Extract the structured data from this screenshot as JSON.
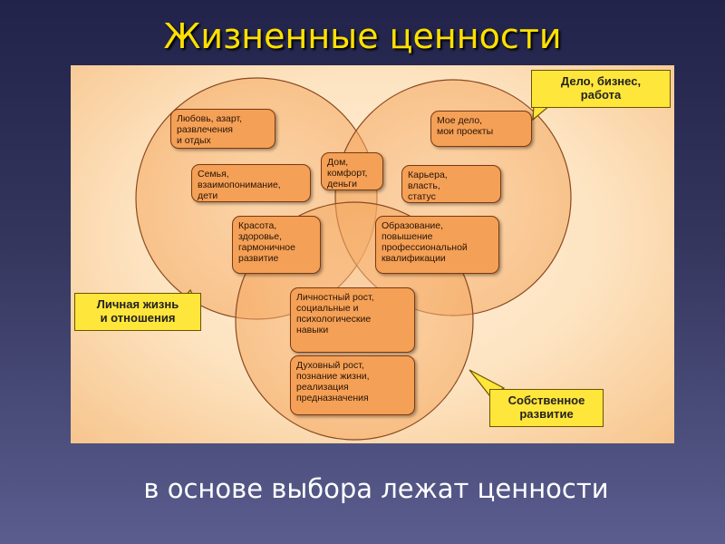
{
  "title": "Жизненные ценности",
  "subtitle": "в основе выбора лежат ценности",
  "colors": {
    "box_fill": "#f4a056",
    "circle_fill": "#f7b06a",
    "callout_fill": "#ffe63a",
    "title": "#ffe100"
  },
  "circles": {
    "personal": [
      "Личная жизнь",
      "и отношения"
    ],
    "business": [
      "Дело, бизнес,",
      "работа"
    ],
    "development": [
      "Собственное",
      "развитие"
    ]
  },
  "boxes": {
    "love": [
      "Любовь, азарт,",
      "развлечения",
      "и отдых"
    ],
    "family": [
      "Семья,",
      "взаимопонимание,",
      "дети"
    ],
    "home": [
      "Дом,",
      "комфорт,",
      "деньги"
    ],
    "own_business": [
      "Мое дело,",
      "мои проекты"
    ],
    "career": [
      "Карьера,",
      "власть,",
      "статус"
    ],
    "beauty": [
      "Красота,",
      "здоровье,",
      "гармоничное",
      "развитие"
    ],
    "education": [
      "Образование,",
      "повышение",
      "профессиональной",
      "квалификации"
    ],
    "personal_growth": [
      "Личностный рост,",
      "социальные и",
      "психологические",
      "навыки"
    ],
    "spiritual": [
      "Духовный рост,",
      "познание жизни,",
      "реализация",
      "предназначения"
    ]
  }
}
